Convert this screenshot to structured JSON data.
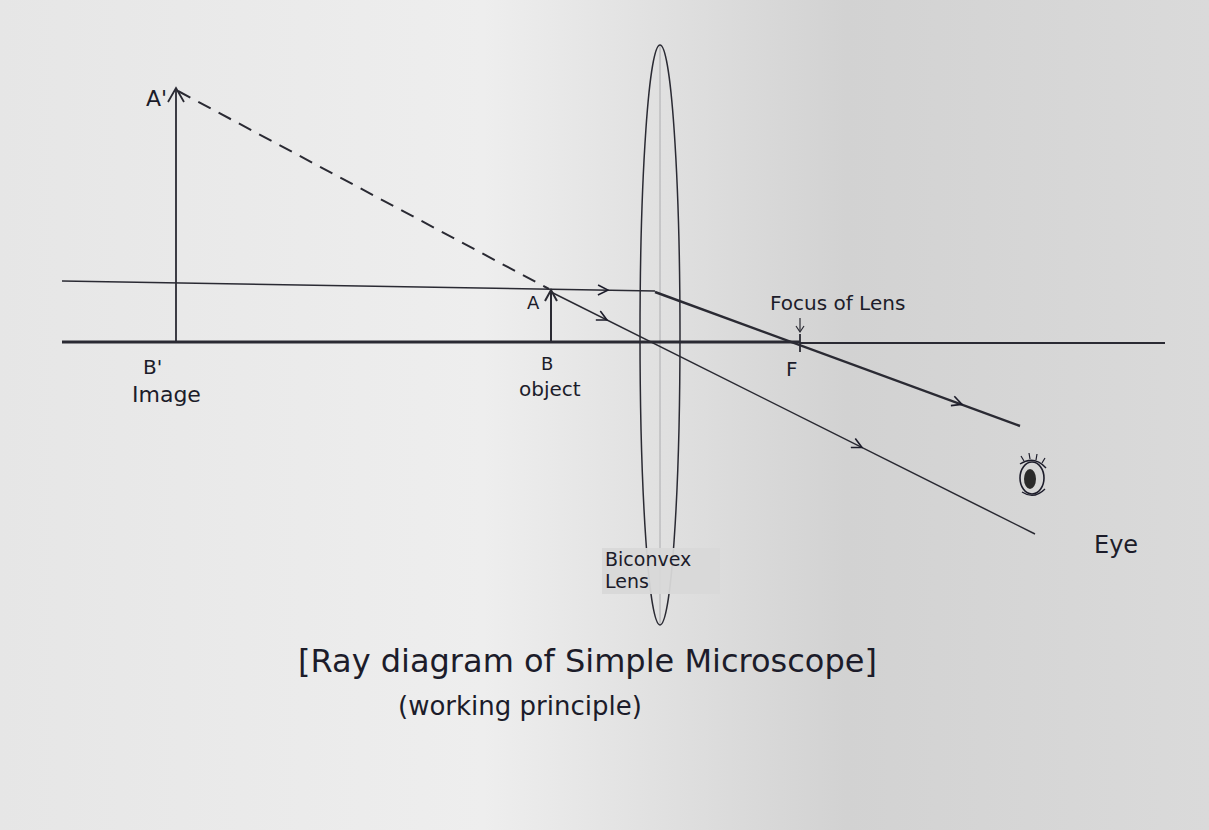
{
  "diagram": {
    "caption": "[Ray diagram of Simple Microscope]",
    "labels": [
      "A'",
      "B'",
      "Image",
      "A",
      "B",
      "object",
      "Focus of Lens",
      "F",
      "Biconvex Lens",
      "Eye",
      "(working principle)"
    ]
  }
}
